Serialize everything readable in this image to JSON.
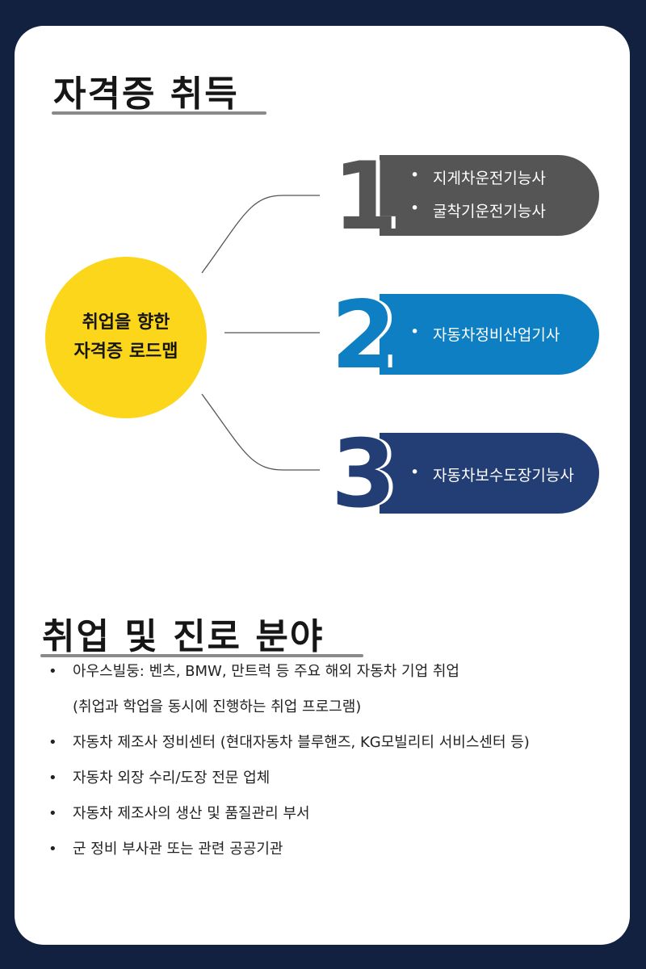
{
  "section1": {
    "title": "자격증 취득"
  },
  "roadmap": {
    "line1": "취업을 향한",
    "line2": "자격증 로드맵"
  },
  "levels": [
    {
      "number": "1",
      "color": "#555555",
      "items": [
        "지게차운전기능사",
        "굴착기운전기능사"
      ]
    },
    {
      "number": "2",
      "color": "#0e7fc2",
      "items": [
        "자동차정비산업기사"
      ]
    },
    {
      "number": "3",
      "color": "#233e75",
      "items": [
        "자동차보수도장기능사"
      ]
    }
  ],
  "section2": {
    "title": "취업 및 진로 분야",
    "items": [
      {
        "text": "아우스빌둥: 벤츠,  BMW, 만트럭 등 주요 해외 자동차 기업 취업",
        "sub": "(취업과 학업을 동시에 진행하는 취업 프로그램)"
      },
      {
        "text": "자동차 제조사 정비센터 (현대자동차 블루핸즈, KG모빌리티 서비스센터 등)"
      },
      {
        "text": "자동차 외장 수리/도장 전문 업체"
      },
      {
        "text": "자동차 제조사의 생산 및 품질관리 부서"
      },
      {
        "text": "군 정비 부사관 또는 관련 공공기관"
      }
    ]
  }
}
